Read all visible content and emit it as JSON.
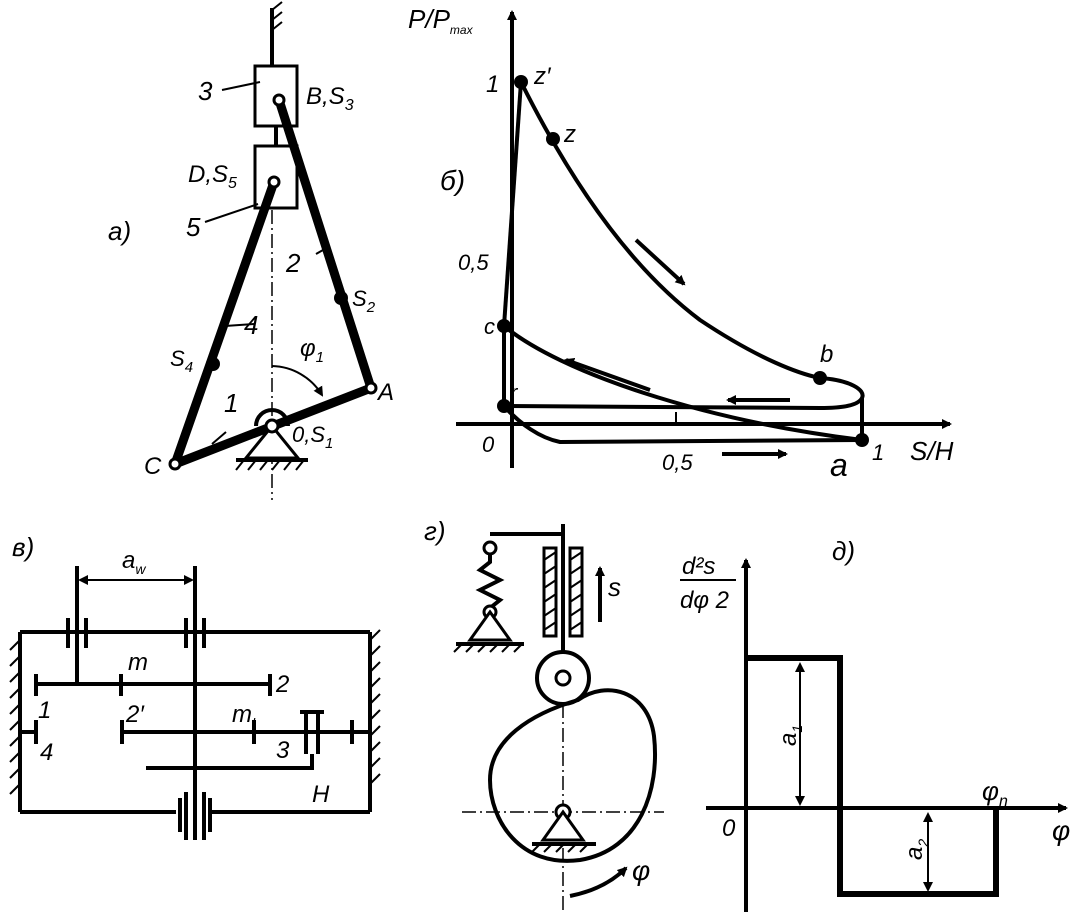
{
  "panels": {
    "a": {
      "tag": "а)",
      "labels": {
        "n3": "3",
        "bs3": "B,S",
        "bs3_sub": "3",
        "ds5": "D,S",
        "ds5_sub": "5",
        "n5": "5",
        "n2": "2",
        "s2": "S",
        "s2_sub": "2",
        "n4": "4",
        "s4": "S",
        "s4_sub": "4",
        "phi1": "φ",
        "phi1_sub": "1",
        "A": "A",
        "n1": "1",
        "C": "C",
        "os1": "0,S",
        "os1_sub": "1"
      }
    },
    "b": {
      "tag": "б)",
      "y_axis": "P/P",
      "y_axis_sub": "max",
      "x_axis": "S/H",
      "ticks": {
        "y1": "1",
        "y05": "0,5",
        "x0": "0",
        "x05": "0,5",
        "x1": "1"
      },
      "points": {
        "zp": "z′",
        "z": "z",
        "c": "c",
        "b": "b",
        "r": "r",
        "a": "a"
      }
    },
    "v": {
      "tag": "в)",
      "labels": {
        "aw": "a",
        "aw_sub": "w",
        "m": "m",
        "g1": "1",
        "g2": "2",
        "g2p": "2′",
        "ml": "m",
        "ml_sub": "l",
        "g3": "3",
        "g4": "4",
        "H": "H"
      }
    },
    "g": {
      "tag": "г)",
      "s": "s",
      "phi": "φ"
    },
    "d": {
      "tag": "д)",
      "num": "d²s",
      "den": "dφ 2",
      "a1": "a",
      "a1_sub": "1",
      "a2": "a",
      "a2_sub": "2",
      "zero": "0",
      "phin": "φ",
      "phin_sub": "n",
      "phi": "φ"
    }
  }
}
